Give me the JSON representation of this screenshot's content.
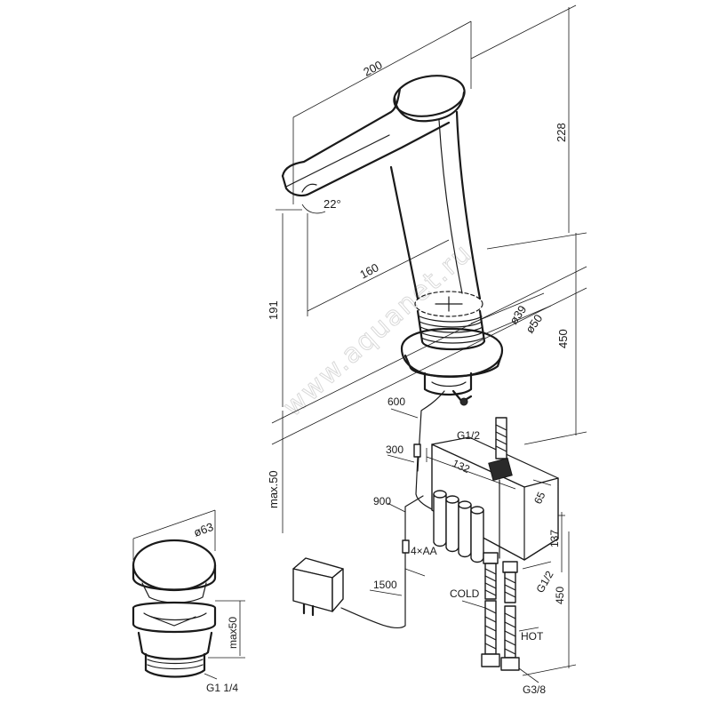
{
  "watermark": "www.aquanet.ru",
  "dimensions": {
    "width_200": "200",
    "height_228": "228",
    "angle": "22°",
    "reach_160": "160",
    "height_191": "191",
    "dia_39": "ø39",
    "dia_50": "ø50",
    "total_450_top": "450",
    "max_50": "max.50",
    "cable_600": "600",
    "cable_300": "300",
    "cable_900": "900",
    "cable_1500": "1500",
    "box_132": "132",
    "box_65": "65",
    "box_137": "137",
    "thread_g12_top": "G1/2",
    "thread_g12_bottom": "G1/2",
    "hose_450": "450",
    "batteries": "4×AA",
    "cold": "COLD",
    "hot": "HOT",
    "thread_g38": "G3/8",
    "drain_dia_63": "ø63",
    "drain_max50": "max50",
    "drain_thread": "G1 1/4"
  }
}
